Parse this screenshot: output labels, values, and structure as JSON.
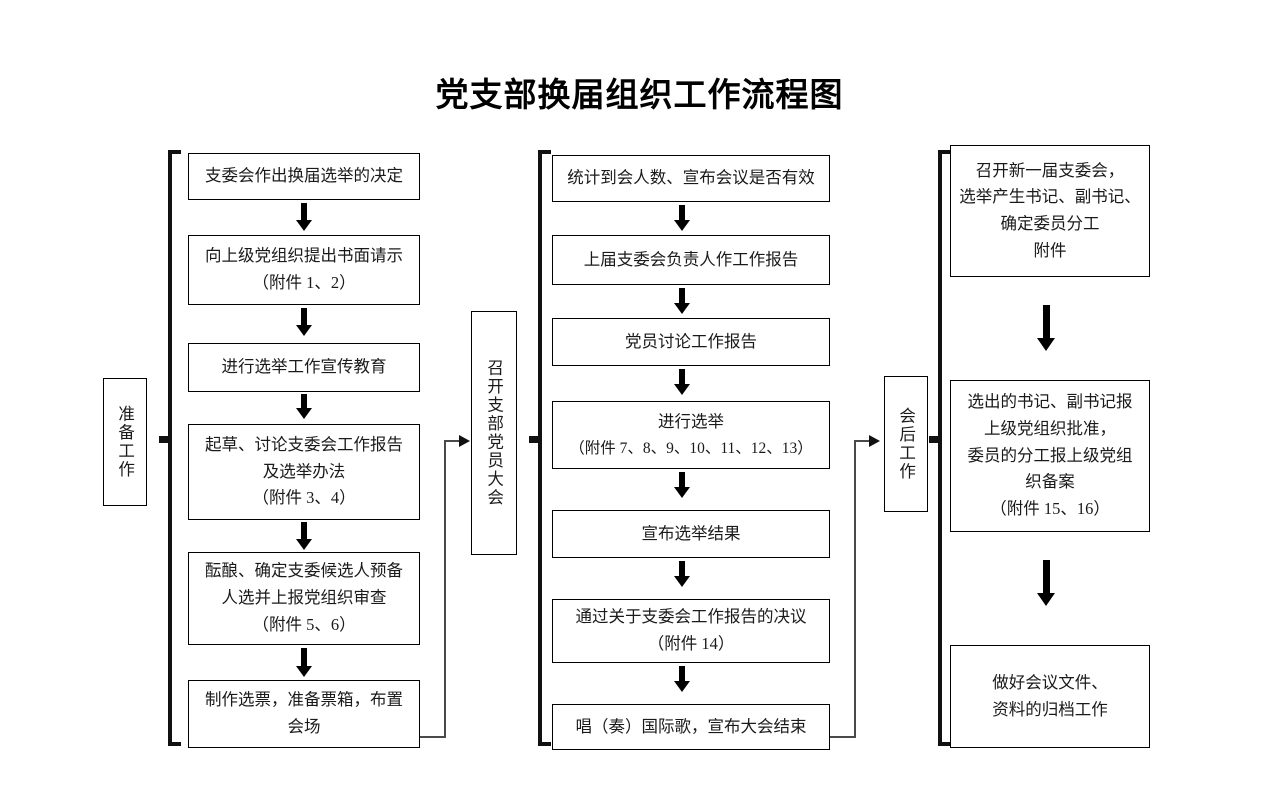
{
  "title": "党支部换届组织工作流程图",
  "columns": [
    {
      "id": "preparation",
      "phase_label": "准备工作",
      "nodes": [
        {
          "lines": [
            "支委会作出换届选举的决定"
          ]
        },
        {
          "lines": [
            "向上级党组织提出书面请示",
            "（附件 1、2）"
          ]
        },
        {
          "lines": [
            "进行选举工作宣传教育"
          ]
        },
        {
          "lines": [
            "起草、讨论支委会工作报告",
            "及选举办法",
            "（附件 3、4）"
          ]
        },
        {
          "lines": [
            "酝酿、确定支委候选人预备",
            "人选并上报党组织审查",
            "（附件 5、6）"
          ]
        },
        {
          "lines": [
            "制作选票，准备票箱，布置",
            "会场"
          ]
        }
      ]
    },
    {
      "id": "party-member-congress",
      "phase_label": "召开支部党员大会",
      "nodes": [
        {
          "lines": [
            "统计到会人数、宣布会议是否有效"
          ]
        },
        {
          "lines": [
            "上届支委会负责人作工作报告"
          ]
        },
        {
          "lines": [
            "党员讨论工作报告"
          ]
        },
        {
          "lines": [
            "进行选举",
            "（附件 7、8、9、10、11、12、13）"
          ]
        },
        {
          "lines": [
            "宣布选举结果"
          ]
        },
        {
          "lines": [
            "通过关于支委会工作报告的决议",
            "（附件 14）"
          ]
        },
        {
          "lines": [
            "唱（奏）国际歌，宣布大会结束"
          ]
        }
      ]
    },
    {
      "id": "post-meeting",
      "phase_label": "会后工作",
      "nodes": [
        {
          "lines": [
            "召开新一届支委会，",
            "选举产生书记、副书记、",
            "确定委员分工",
            "附件"
          ]
        },
        {
          "lines": [
            "选出的书记、副书记报",
            "上级党组织批准，",
            "委员的分工报上级党组",
            "织备案",
            "（附件 15、16）"
          ]
        },
        {
          "lines": [
            "做好会议文件、",
            "资料的归档工作"
          ]
        }
      ]
    }
  ],
  "connectors": [
    {
      "id": "prep-to-congress",
      "from": "preparation",
      "to": "party-member-congress"
    },
    {
      "id": "congress-to-post",
      "from": "party-member-congress",
      "to": "post-meeting"
    }
  ],
  "colors": {
    "background": "#ffffff",
    "stroke": "#000000",
    "text": "#1a1a1a",
    "connector": "#4a4a4a"
  }
}
